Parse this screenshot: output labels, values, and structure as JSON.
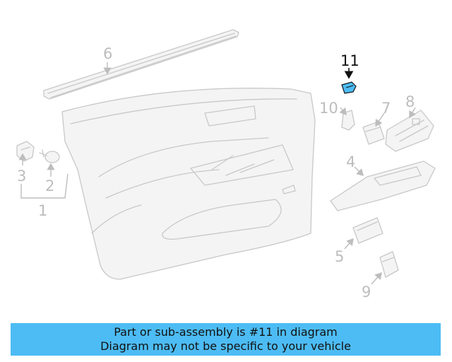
{
  "callouts": {
    "c1": "1",
    "c2": "2",
    "c3": "3",
    "c4": "4",
    "c5": "5",
    "c6": "6",
    "c7": "7",
    "c8": "8",
    "c9": "9",
    "c10": "10",
    "c11": "11"
  },
  "highlight": {
    "part": "11",
    "color": "#4dbcf4"
  },
  "banner": {
    "line1": "Part or sub-assembly is #11 in diagram",
    "line2": "Diagram may not be specific to your vehicle"
  }
}
